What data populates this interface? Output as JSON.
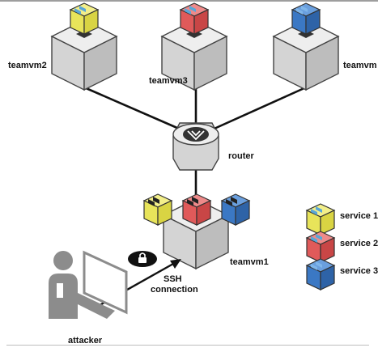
{
  "nodes": {
    "teamvm2": "teamvm2",
    "teamvm3": "teamvm3",
    "teamvm_right": "teamvm",
    "router": "router",
    "teamvm1": "teamvm1",
    "attacker": "attacker"
  },
  "connection": {
    "line1": "SSH",
    "line2": "connection"
  },
  "legend": [
    {
      "label": "service 1",
      "color": "#e8e45a"
    },
    {
      "label": "service 2",
      "color": "#e05a5a"
    },
    {
      "label": "service 3",
      "color": "#3b78c4"
    }
  ],
  "colors": {
    "server_top": "#eeeeee",
    "server_left": "#d4d4d4",
    "server_right": "#bdbdbd",
    "outline": "#444444",
    "link": "#111111",
    "attacker_gray": "#8c8c8c"
  }
}
